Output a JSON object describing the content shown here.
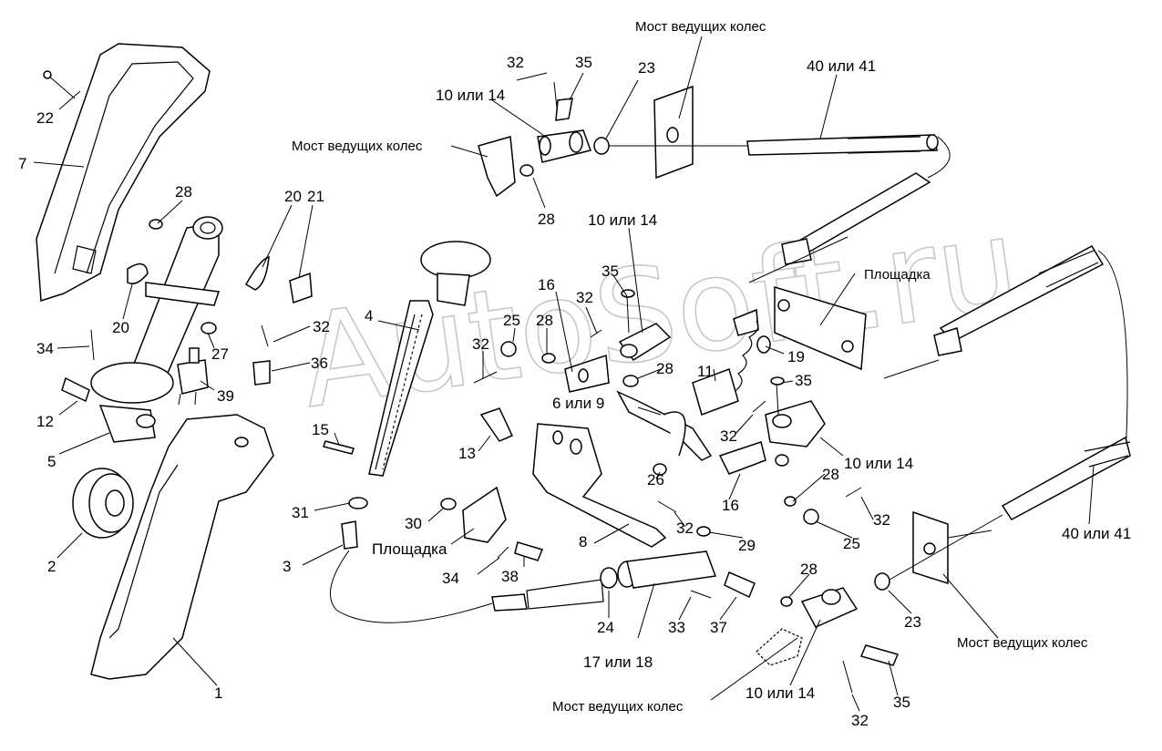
{
  "watermark": "AutoSoft.ru",
  "labels": {
    "l1": "1",
    "l2": "2",
    "l3": "3",
    "l4": "4",
    "l5": "5",
    "l7": "7",
    "l8": "8",
    "l10a": "10 или 14",
    "l10b": "10 или 14",
    "l10c": "10 или 14",
    "l10d": "10 или 14",
    "l11": "11",
    "l12": "12",
    "l13": "13",
    "l15": "15",
    "l16a": "16",
    "l16b": "16",
    "l17": "17 или 18",
    "l19": "19",
    "l20a": "20",
    "l20b": "20",
    "l21": "21",
    "l22": "22",
    "l23a": "23",
    "l23b": "23",
    "l24": "24",
    "l25a": "25",
    "l25b": "25",
    "l26": "26",
    "l27": "27",
    "l28a": "28",
    "l28b": "28",
    "l28c": "28",
    "l28d": "28",
    "l28e": "28",
    "l28f": "28",
    "l29": "29",
    "l30": "30",
    "l31": "31",
    "l32a": "32",
    "l32b": "32",
    "l32c": "32",
    "l32d": "32",
    "l32e": "32",
    "l32f": "32",
    "l32g": "32",
    "l32h": "32",
    "l33": "33",
    "l34a": "34",
    "l34b": "34",
    "l35a": "35",
    "l35b": "35",
    "l35c": "35",
    "l35d": "35",
    "l36": "36",
    "l37": "37",
    "l38": "38",
    "l39": "39",
    "l40a": "40 или 41",
    "l40b": "40 или 41",
    "l6": "6 или 9"
  },
  "places": {
    "bridge_top": "Мост ведущих колес",
    "bridge_left": "Мост ведущих колес",
    "bridge_right": "Мост ведущих колес",
    "bridge_bottom": "Мост ведущих колес",
    "platform_right": "Площадка",
    "platform_left": "Площадка"
  }
}
